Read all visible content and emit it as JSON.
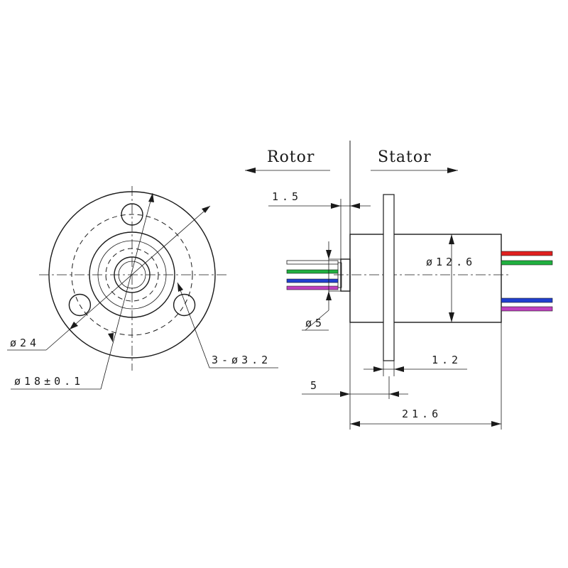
{
  "labels": {
    "rotor": "Rotor",
    "stator": "Stator"
  },
  "dimensions": {
    "d24": "ø24",
    "d18": "ø18±0.1",
    "holes": "3-ø3.2",
    "gap_1_5": "1.5",
    "d5": "ø5",
    "d12_6": "ø12.6",
    "flange_1_2": "1.2",
    "offset_5": "5",
    "length_21_6": "21.6"
  },
  "wire_colors": {
    "red": "#e02020",
    "green": "#20b040",
    "blue": "#2040d0",
    "magenta": "#c040c0"
  }
}
